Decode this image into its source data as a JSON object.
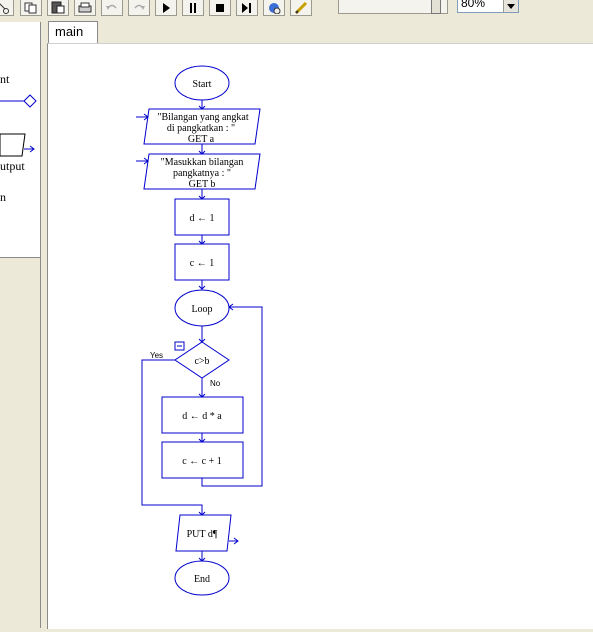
{
  "toolbar": {
    "zoom_value": "80%"
  },
  "symbols_panel": {
    "labels": [
      "nt",
      "utput",
      "n"
    ]
  },
  "tabs": [
    "main"
  ],
  "flowchart": {
    "start": "Start",
    "input1": {
      "line1": "\"Bilangan yang angkat",
      "line2": "di pangkatkan : \"",
      "line3": "GET a"
    },
    "input2": {
      "line1": "\"Masukkan bilangan",
      "line2": "pangkatnya : \"",
      "line3": "GET b"
    },
    "assign_d": "d ← 1",
    "assign_c": "c ← 1",
    "loop": "Loop",
    "condition": "c>b",
    "yes_label": "Yes",
    "no_label": "No",
    "body1": "d ← d * a",
    "body2": "c ← c + 1",
    "output": "PUT d¶",
    "end": "End"
  },
  "colors": {
    "flow_stroke": "#0000cc",
    "window_bg": "#ece9d8"
  }
}
